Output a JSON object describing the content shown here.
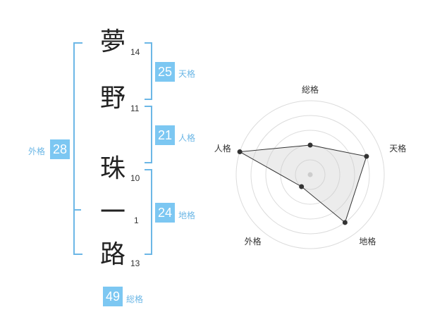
{
  "name": {
    "characters": [
      {
        "char": "夢",
        "strokes": "14"
      },
      {
        "char": "野",
        "strokes": "11"
      },
      {
        "char": "珠",
        "strokes": "10"
      },
      {
        "char": "一",
        "strokes": "1"
      },
      {
        "char": "路",
        "strokes": "13"
      }
    ]
  },
  "kakusu": {
    "tenkaku": {
      "value": "25",
      "label": "天格"
    },
    "jinkaku": {
      "value": "21",
      "label": "人格"
    },
    "chikaku": {
      "value": "24",
      "label": "地格"
    },
    "gaikaku": {
      "value": "28",
      "label": "外格"
    },
    "soukaku": {
      "value": "49",
      "label": "総格"
    }
  },
  "colors": {
    "accent": "#7cc7f2",
    "bracket": "#6cb7e6"
  },
  "chart_data": {
    "type": "radar",
    "axes": [
      "総格",
      "天格",
      "地格",
      "外格",
      "人格"
    ],
    "values": [
      2,
      4,
      4,
      1,
      5
    ],
    "max": 5
  }
}
